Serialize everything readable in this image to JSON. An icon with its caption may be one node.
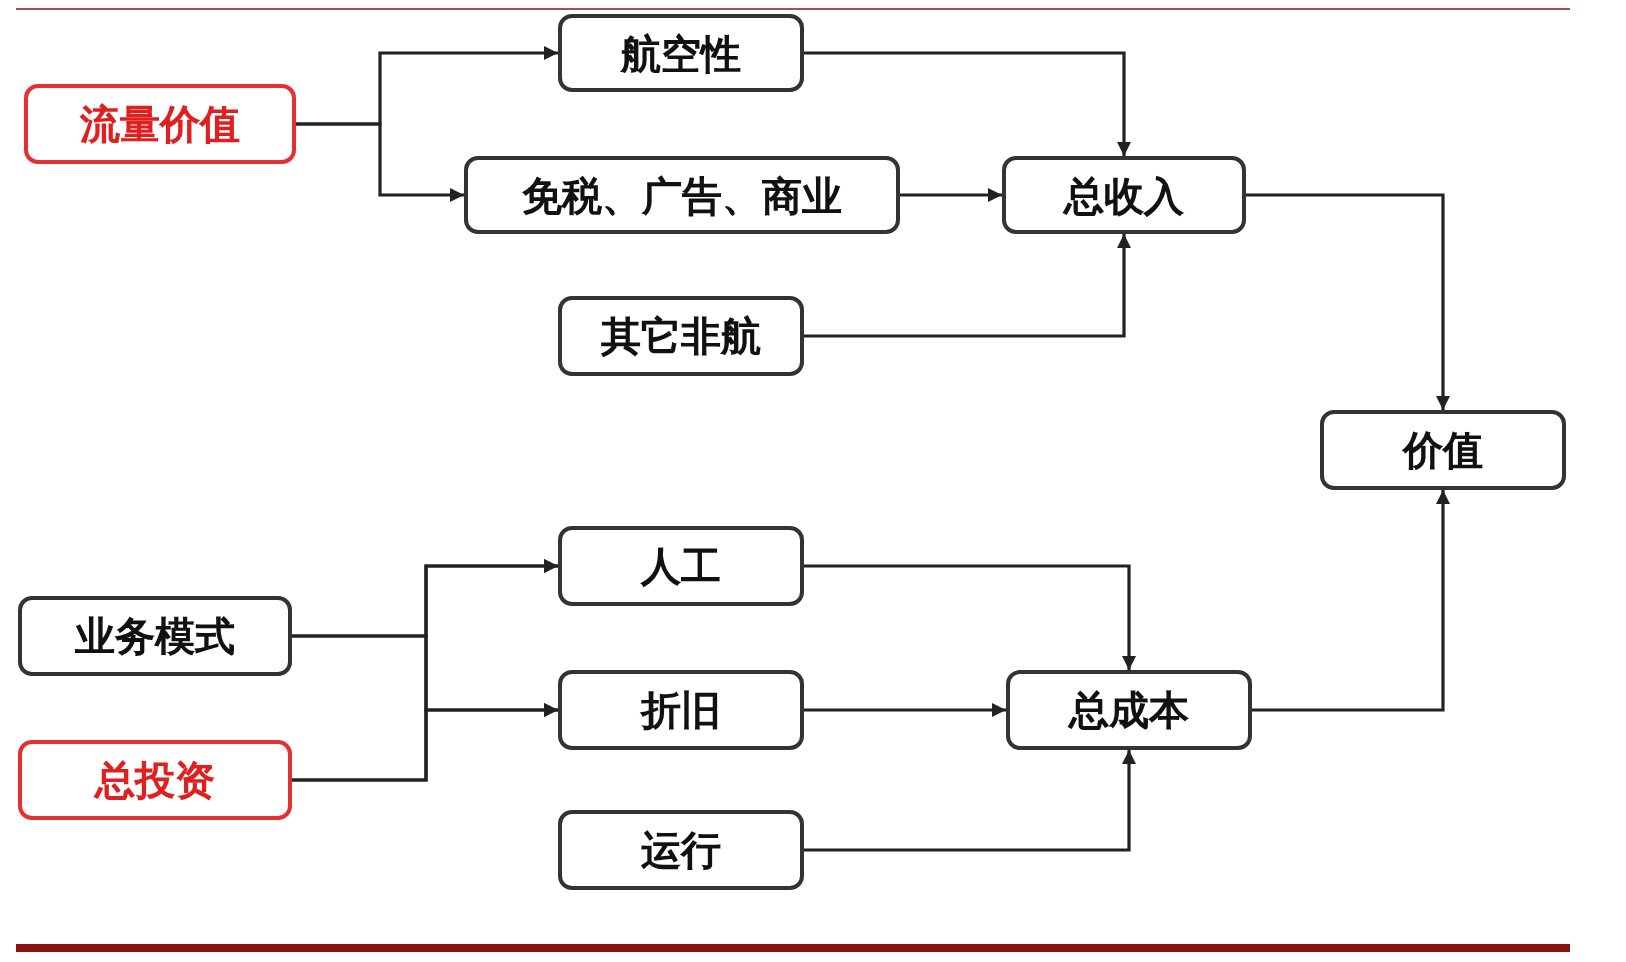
{
  "diagram": {
    "nodes": [
      {
        "text": [
          "流量价值"
        ]
      },
      {
        "text": [
          "航空性"
        ]
      },
      {
        "text": [
          "免税、广告、商业"
        ]
      },
      {
        "text": [
          "总收入"
        ]
      },
      {
        "text": [
          "其它非航"
        ]
      },
      {
        "text": [
          "价值"
        ]
      },
      {
        "text": [
          "人工"
        ]
      },
      {
        "text": [
          "业务模式"
        ]
      },
      {
        "text": [
          "折旧"
        ]
      },
      {
        "text": [
          "总投资"
        ]
      },
      {
        "text": [
          "总成本"
        ]
      },
      {
        "text": [
          "运行"
        ]
      }
    ],
    "edges": [
      {
        "from": 0,
        "to": 1,
        "arrow": "to"
      },
      {
        "from": 0,
        "to": 2,
        "arrow": "to"
      },
      {
        "from": 1,
        "to": 3,
        "arrow": "to"
      },
      {
        "from": 2,
        "to": 3,
        "arrow": "to"
      },
      {
        "from": 4,
        "to": 3,
        "arrow": "to"
      },
      {
        "from": 3,
        "to": 5,
        "arrow": "to"
      },
      {
        "from": 7,
        "to": 6,
        "arrow": "to"
      },
      {
        "from": 7,
        "to": 8,
        "arrow": "to"
      },
      {
        "from": 9,
        "to": 6,
        "arrow": "to"
      },
      {
        "from": 9,
        "to": 8,
        "arrow": "to"
      },
      {
        "from": 6,
        "to": 10,
        "arrow": "to"
      },
      {
        "from": 8,
        "to": 10,
        "arrow": "to"
      },
      {
        "from": 11,
        "to": 10,
        "arrow": "to"
      },
      {
        "from": 10,
        "to": 5,
        "arrow": "to"
      }
    ]
  }
}
